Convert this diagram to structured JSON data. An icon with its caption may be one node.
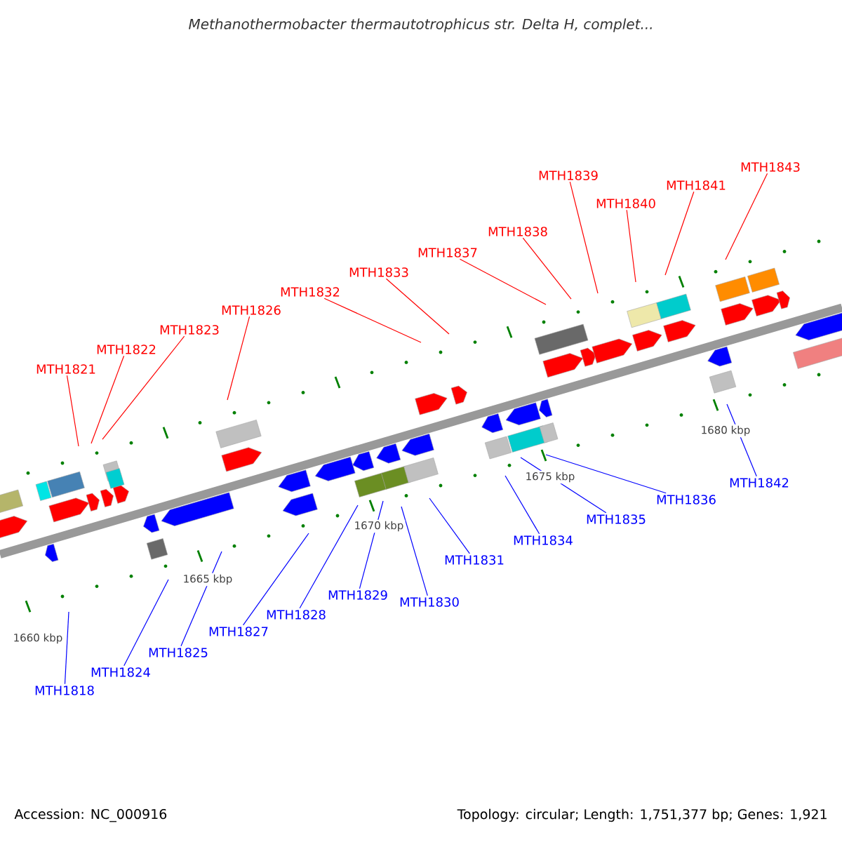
{
  "diagram": {
    "title": "Methanothermobacter thermautotrophicus str. Delta H, complet...",
    "nodes": [
      {
        "text": [
          "MTH1821"
        ]
      },
      {
        "text": [
          "MTH1822"
        ]
      },
      {
        "text": [
          "MTH1823"
        ]
      },
      {
        "text": [
          "MTH1826"
        ]
      },
      {
        "text": [
          "MTH1832"
        ]
      },
      {
        "text": [
          "MTH1833"
        ]
      },
      {
        "text": [
          "MTH1837"
        ]
      },
      {
        "text": [
          "MTH1838"
        ]
      },
      {
        "text": [
          "MTH1839"
        ]
      },
      {
        "text": [
          "MTH1840"
        ]
      },
      {
        "text": [
          "MTH1841"
        ]
      },
      {
        "text": [
          "MTH1843"
        ]
      },
      {
        "text": [
          "MTH1818"
        ]
      },
      {
        "text": [
          "MTH1824"
        ]
      },
      {
        "text": [
          "MTH1825"
        ]
      },
      {
        "text": [
          "MTH1827"
        ]
      },
      {
        "text": [
          "MTH1828"
        ]
      },
      {
        "text": [
          "MTH1829"
        ]
      },
      {
        "text": [
          "MTH1830"
        ]
      },
      {
        "text": [
          "MTH1831"
        ]
      },
      {
        "text": [
          "MTH1834"
        ]
      },
      {
        "text": [
          "MTH1835"
        ]
      },
      {
        "text": [
          "MTH1836"
        ]
      },
      {
        "text": [
          "MTH1842"
        ]
      }
    ],
    "edges": [
      {
        "from": 0,
        "to": null,
        "arrow": "none",
        "color": "#ff0000"
      },
      {
        "from": 1,
        "to": null,
        "arrow": "none",
        "color": "#ff0000"
      },
      {
        "from": 2,
        "to": null,
        "arrow": "none",
        "color": "#ff0000"
      },
      {
        "from": 3,
        "to": null,
        "arrow": "none",
        "color": "#ff0000"
      },
      {
        "from": 4,
        "to": null,
        "arrow": "none",
        "color": "#ff0000"
      },
      {
        "from": 5,
        "to": null,
        "arrow": "none",
        "color": "#ff0000"
      },
      {
        "from": 6,
        "to": null,
        "arrow": "none",
        "color": "#ff0000"
      },
      {
        "from": 7,
        "to": null,
        "arrow": "none",
        "color": "#ff0000"
      },
      {
        "from": 8,
        "to": null,
        "arrow": "none",
        "color": "#ff0000"
      },
      {
        "from": 9,
        "to": null,
        "arrow": "none",
        "color": "#ff0000"
      },
      {
        "from": 10,
        "to": null,
        "arrow": "none",
        "color": "#ff0000"
      },
      {
        "from": 11,
        "to": null,
        "arrow": "none",
        "color": "#ff0000"
      },
      {
        "from": 12,
        "to": null,
        "arrow": "none",
        "color": "#0000ff"
      },
      {
        "from": 13,
        "to": null,
        "arrow": "none",
        "color": "#0000ff"
      },
      {
        "from": 14,
        "to": null,
        "arrow": "none",
        "color": "#0000ff"
      },
      {
        "from": 15,
        "to": null,
        "arrow": "none",
        "color": "#0000ff"
      },
      {
        "from": 16,
        "to": null,
        "arrow": "none",
        "color": "#0000ff"
      },
      {
        "from": 17,
        "to": null,
        "arrow": "none",
        "color": "#0000ff"
      },
      {
        "from": 18,
        "to": null,
        "arrow": "none",
        "color": "#0000ff"
      },
      {
        "from": 19,
        "to": null,
        "arrow": "none",
        "color": "#0000ff"
      },
      {
        "from": 20,
        "to": null,
        "arrow": "none",
        "color": "#0000ff"
      },
      {
        "from": 21,
        "to": null,
        "arrow": "none",
        "color": "#0000ff"
      },
      {
        "from": 22,
        "to": null,
        "arrow": "none",
        "color": "#0000ff"
      },
      {
        "from": 23,
        "to": null,
        "arrow": "none",
        "color": "#0000ff"
      }
    ],
    "labels": [
      "1660 kbp",
      "1665 kbp",
      "1670 kbp",
      "1675 kbp",
      "1680 kbp",
      "Accession: NC_000916",
      "Topology: circular; Length: 1,751,377 bp; Genes: 1,921"
    ]
  }
}
